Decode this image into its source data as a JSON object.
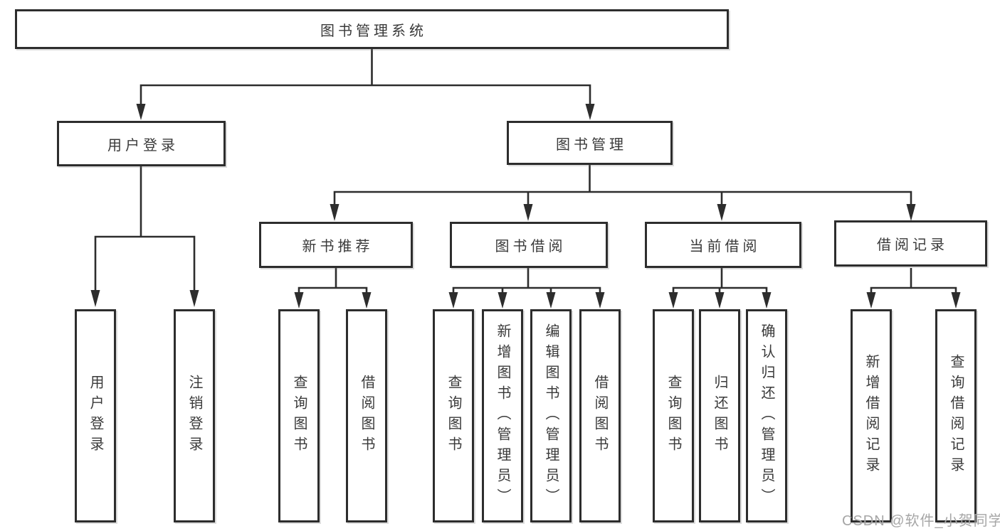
{
  "diagram": {
    "title": "图书管理系统",
    "level2": {
      "user_login": "用户登录",
      "book_management": "图书管理"
    },
    "level3": {
      "new_books": "新书推荐",
      "book_borrowing": "图书借阅",
      "current_borrowing": "当前借阅",
      "borrow_records": "借阅记录"
    },
    "leaves": {
      "user_login": "用户登录",
      "logout": "注销登录",
      "nb_query_books": "查询图书",
      "nb_borrow_books": "借阅图书",
      "bw_query_books": "查询图书",
      "bw_add_books": "新增图书（管理员）",
      "bw_edit_books": "编辑图书（管理员）",
      "bw_borrow_books": "借阅图书",
      "cur_query_books": "查询图书",
      "cur_return_books": "归还图书",
      "cur_confirm_return": "确认归还（管理员）",
      "rec_add_record": "新增借阅记录",
      "rec_query_record": "查询借阅记录"
    },
    "watermark": "CSDN @软件_小贺同学",
    "colors": {
      "line": "#2d2d2d",
      "text": "#3a3a3a",
      "background": "#ffffff",
      "watermark": "#a6a6a6"
    }
  }
}
